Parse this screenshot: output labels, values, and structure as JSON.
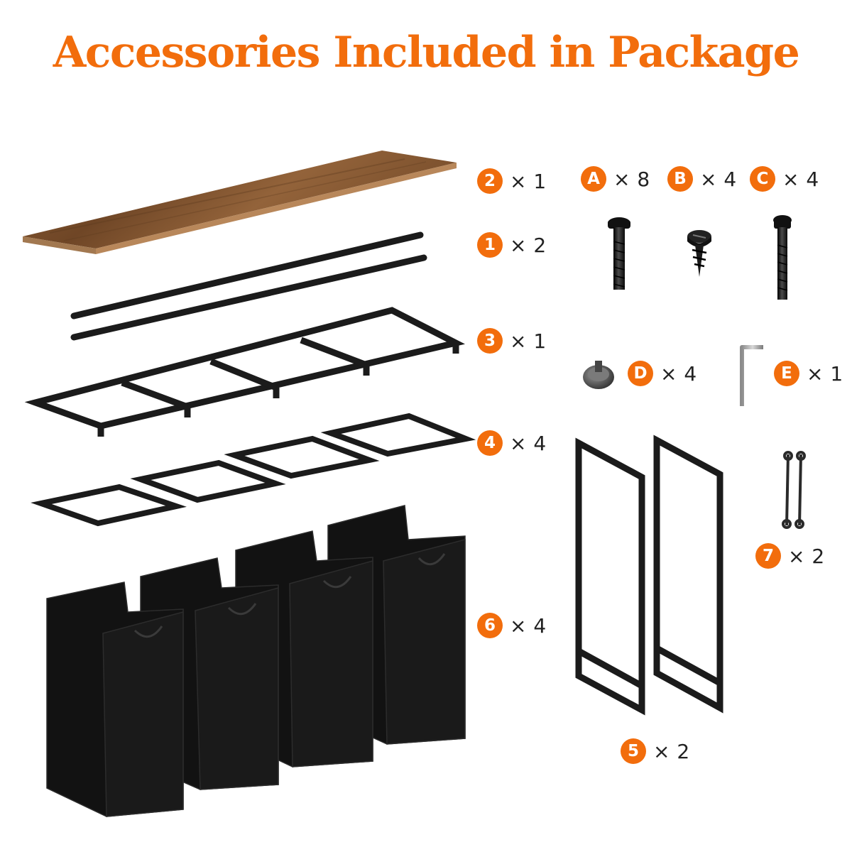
{
  "title": "Accessories Included in Package",
  "colors": {
    "accent": "#f26d0c",
    "metal": "#1b1b1b",
    "wood": "#8a5a33",
    "fabric": "#121212"
  },
  "parts": [
    {
      "id": "2",
      "quantity": "× 1",
      "icon": "wood-top-panel"
    },
    {
      "id": "1",
      "quantity": "× 2",
      "icon": "steel-rod"
    },
    {
      "id": "3",
      "quantity": "× 1",
      "icon": "top-frame"
    },
    {
      "id": "4",
      "quantity": "× 4",
      "icon": "bag-frame"
    },
    {
      "id": "6",
      "quantity": "× 4",
      "icon": "fabric-bag"
    },
    {
      "id": "5",
      "quantity": "× 2",
      "icon": "side-frame"
    },
    {
      "id": "7",
      "quantity": "× 2",
      "icon": "anti-tip-strap"
    }
  ],
  "hardware": [
    {
      "id": "A",
      "quantity": "× 8",
      "icon": "bolt-icon"
    },
    {
      "id": "B",
      "quantity": "× 4",
      "icon": "wood-screw-icon"
    },
    {
      "id": "C",
      "quantity": "× 4",
      "icon": "long-bolt-icon"
    },
    {
      "id": "D",
      "quantity": "× 4",
      "icon": "leveling-foot-icon"
    },
    {
      "id": "E",
      "quantity": "× 1",
      "icon": "allen-key-icon"
    }
  ]
}
